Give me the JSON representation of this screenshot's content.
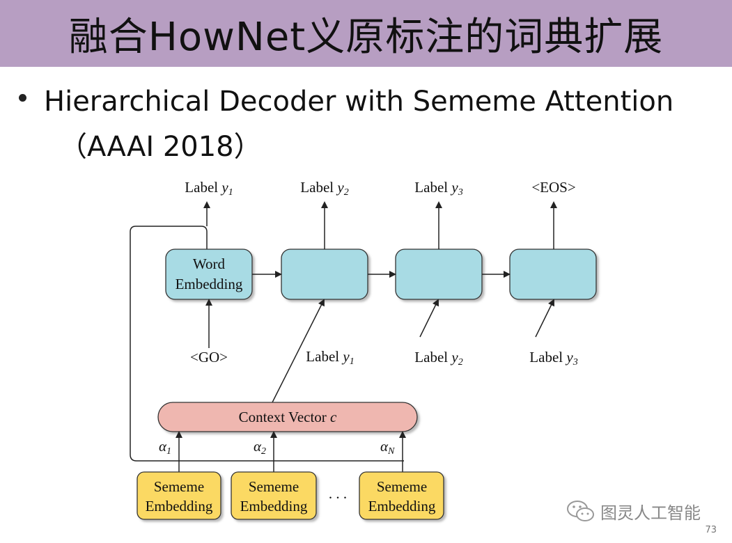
{
  "slide": {
    "title": "融合HowNet义原标注的词典扩展",
    "bullet_line1": "Hierarchical Decoder with Sememe Attention",
    "bullet_line2": "（AAAI 2018）",
    "watermark": "图灵人工智能",
    "page_number": "73"
  },
  "diagram": {
    "outputs": [
      "Label ",
      "Label ",
      "Label ",
      "<EOS>"
    ],
    "output_vars": [
      "y",
      "y",
      "y",
      ""
    ],
    "output_subs": [
      "1",
      "2",
      "3",
      ""
    ],
    "decoder_box1_line1": "Word",
    "decoder_box1_line2": "Embedding",
    "inputs": [
      "<GO>",
      "Label ",
      "Label ",
      "Label "
    ],
    "input_vars": [
      "",
      "y",
      "y",
      "y"
    ],
    "input_subs": [
      "",
      "1",
      "2",
      "3"
    ],
    "context_label": "Context Vector ",
    "context_var": "c",
    "alphas": [
      "α",
      "α",
      "α"
    ],
    "alpha_subs": [
      "1",
      "2",
      "N"
    ],
    "sememe_line1": "Sememe",
    "sememe_line2": "Embedding",
    "ellipsis": ". . .",
    "colors": {
      "decoder_fill": "#a8dbe4",
      "context_fill": "#efb7b0",
      "sememe_fill": "#fbd964",
      "title_bar": "#b79ec2"
    }
  }
}
